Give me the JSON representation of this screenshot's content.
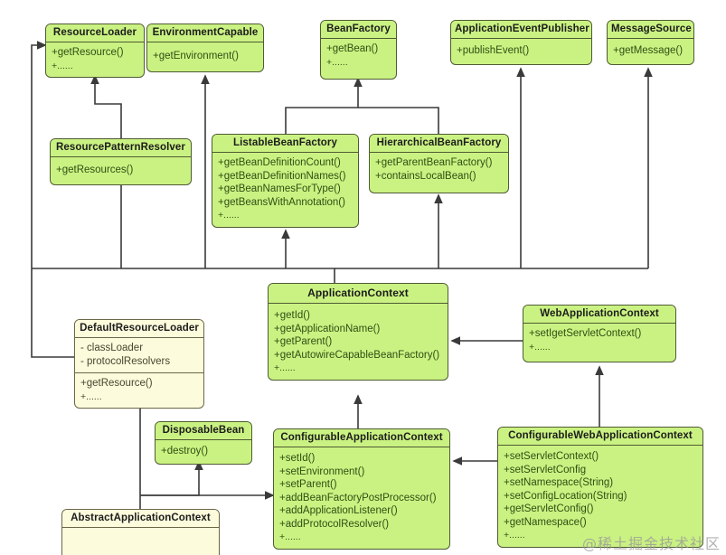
{
  "diagram": {
    "kind": "uml-class-diagram",
    "title": "Spring ApplicationContext hierarchy",
    "watermark": "@稀土掘金技术社区",
    "colors": {
      "interface_fill": "#caf282",
      "interface_border": "#4f5b33",
      "class_fill": "#fcfbdc",
      "class_border": "#6b6648",
      "member_text": "#2f4f14",
      "edge": "#3a3a3a",
      "background": "#ffffff"
    }
  },
  "nodes": [
    {
      "id": "ResourceLoader",
      "stereotype": "interface",
      "name": "ResourceLoader",
      "attributes": [],
      "methods": [
        "+getResource()",
        "+......"
      ]
    },
    {
      "id": "EnvironmentCapable",
      "stereotype": "interface",
      "name": "EnvironmentCapable",
      "attributes": [],
      "methods": [
        "+getEnvironment()"
      ]
    },
    {
      "id": "BeanFactory",
      "stereotype": "interface",
      "name": "BeanFactory",
      "attributes": [],
      "methods": [
        "+getBean()",
        "+......"
      ]
    },
    {
      "id": "ApplicationEventPublisher",
      "stereotype": "interface",
      "name": "ApplicationEventPublisher",
      "attributes": [],
      "methods": [
        "+publishEvent()"
      ]
    },
    {
      "id": "MessageSource",
      "stereotype": "interface",
      "name": "MessageSource",
      "attributes": [],
      "methods": [
        "+getMessage()"
      ]
    },
    {
      "id": "ResourcePatternResolver",
      "stereotype": "interface",
      "name": "ResourcePatternResolver",
      "attributes": [],
      "methods": [
        "+getResources()"
      ]
    },
    {
      "id": "ListableBeanFactory",
      "stereotype": "interface",
      "name": "ListableBeanFactory",
      "attributes": [],
      "methods": [
        "+getBeanDefinitionCount()",
        "+getBeanDefinitionNames()",
        "+getBeanNamesForType()",
        "+getBeansWithAnnotation()",
        "+......"
      ]
    },
    {
      "id": "HierarchicalBeanFactory",
      "stereotype": "interface",
      "name": "HierarchicalBeanFactory",
      "attributes": [],
      "methods": [
        "+getParentBeanFactory()",
        "+containsLocalBean()"
      ]
    },
    {
      "id": "ApplicationContext",
      "stereotype": "interface",
      "name": "ApplicationContext",
      "attributes": [],
      "methods": [
        "+getId()",
        "+getApplicationName()",
        "+getParent()",
        "+getAutowireCapableBeanFactory()",
        "+......"
      ]
    },
    {
      "id": "WebApplicationContext",
      "stereotype": "interface",
      "name": "WebApplicationContext",
      "attributes": [],
      "methods": [
        "+setIgetServletContext()",
        "+......"
      ]
    },
    {
      "id": "DefaultResourceLoader",
      "stereotype": "class",
      "name": "DefaultResourceLoader",
      "attributes": [
        "- classLoader",
        "- protocolResolvers"
      ],
      "methods": [
        "+getResource()",
        "+......"
      ]
    },
    {
      "id": "DisposableBean",
      "stereotype": "interface",
      "name": "DisposableBean",
      "attributes": [],
      "methods": [
        "+destroy()"
      ]
    },
    {
      "id": "ConfigurableApplicationContext",
      "stereotype": "interface",
      "name": "ConfigurableApplicationContext",
      "attributes": [],
      "methods": [
        "+setId()",
        "+setEnvironment()",
        "+setParent()",
        "+addBeanFactoryPostProcessor()",
        "+addApplicationListener()",
        "+addProtocolResolver()",
        "+......"
      ]
    },
    {
      "id": "ConfigurableWebApplicationContext",
      "stereotype": "interface",
      "name": "ConfigurableWebApplicationContext",
      "attributes": [],
      "methods": [
        "+setServletContext()",
        "+setServletConfig",
        "+setNamespace(String)",
        "+setConfigLocation(String)",
        "+getServletConfig()",
        "+getNamespace()",
        "+......"
      ]
    },
    {
      "id": "AbstractApplicationContext",
      "stereotype": "class",
      "name": "AbstractApplicationContext",
      "attributes": [],
      "methods": []
    }
  ],
  "edges": [
    {
      "from": "ResourcePatternResolver",
      "to": "ResourceLoader",
      "type": "generalization"
    },
    {
      "from": "ListableBeanFactory",
      "to": "BeanFactory",
      "type": "generalization"
    },
    {
      "from": "HierarchicalBeanFactory",
      "to": "BeanFactory",
      "type": "generalization"
    },
    {
      "from": "ApplicationContext",
      "to": "ResourcePatternResolver",
      "type": "generalization"
    },
    {
      "from": "ApplicationContext",
      "to": "EnvironmentCapable",
      "type": "generalization"
    },
    {
      "from": "ApplicationContext",
      "to": "ListableBeanFactory",
      "type": "generalization"
    },
    {
      "from": "ApplicationContext",
      "to": "HierarchicalBeanFactory",
      "type": "generalization"
    },
    {
      "from": "ApplicationContext",
      "to": "ApplicationEventPublisher",
      "type": "generalization"
    },
    {
      "from": "ApplicationContext",
      "to": "MessageSource",
      "type": "generalization"
    },
    {
      "from": "WebApplicationContext",
      "to": "ApplicationContext",
      "type": "generalization"
    },
    {
      "from": "ConfigurableApplicationContext",
      "to": "ApplicationContext",
      "type": "generalization"
    },
    {
      "from": "ConfigurableWebApplicationContext",
      "to": "WebApplicationContext",
      "type": "generalization"
    },
    {
      "from": "ConfigurableWebApplicationContext",
      "to": "ConfigurableApplicationContext",
      "type": "generalization"
    },
    {
      "from": "DefaultResourceLoader",
      "to": "ResourceLoader",
      "type": "realization"
    },
    {
      "from": "AbstractApplicationContext",
      "to": "DefaultResourceLoader",
      "type": "generalization"
    },
    {
      "from": "AbstractApplicationContext",
      "to": "DisposableBean",
      "type": "generalization"
    },
    {
      "from": "AbstractApplicationContext",
      "to": "ConfigurableApplicationContext",
      "type": "generalization"
    }
  ]
}
